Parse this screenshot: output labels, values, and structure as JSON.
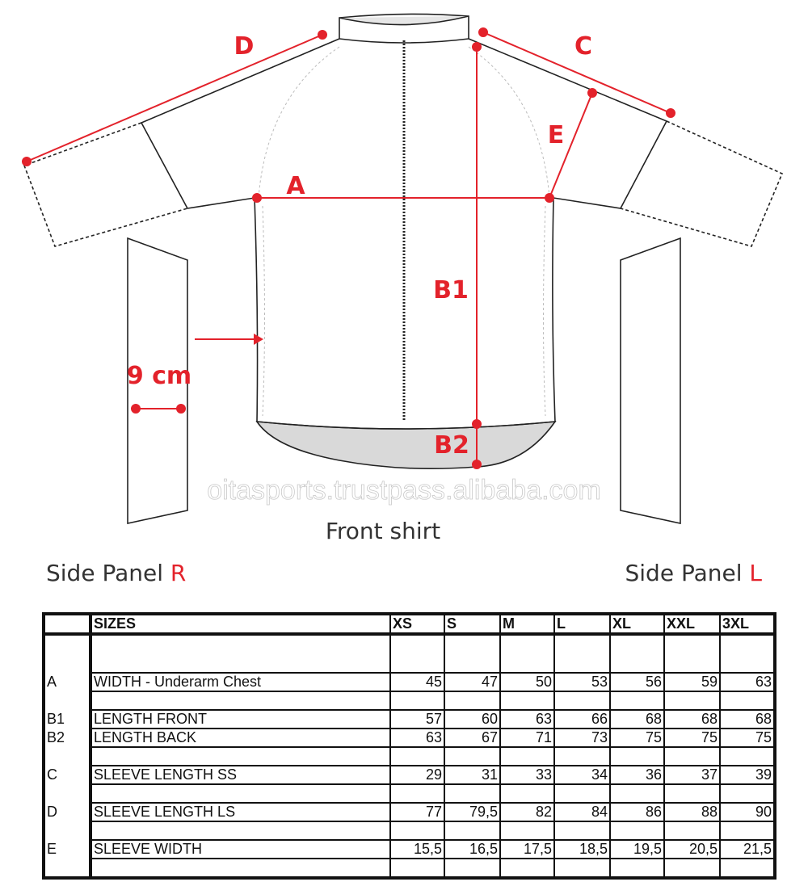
{
  "diagram": {
    "labels": {
      "A": "A",
      "B1": "B1",
      "B2": "B2",
      "C": "C",
      "D": "D",
      "E": "E",
      "side_width": "9 cm"
    },
    "front_caption": "Front shirt",
    "side_panel_r": {
      "text": "Side Panel ",
      "letter": "R"
    },
    "side_panel_l": {
      "text": "Side Panel ",
      "letter": "L"
    },
    "watermark": "oitasports.trustpass.alibaba.com",
    "accent": "#e3222b"
  },
  "table": {
    "header": "SIZES",
    "sizes": [
      "XS",
      "S",
      "M",
      "L",
      "XL",
      "XXL",
      "3XL"
    ],
    "rows": [
      {
        "code": "A",
        "name": "WIDTH - Underarm Chest",
        "values": [
          "45",
          "47",
          "50",
          "53",
          "56",
          "59",
          "63"
        ]
      },
      {
        "code": "B1",
        "name": "LENGTH FRONT",
        "values": [
          "57",
          "60",
          "63",
          "66",
          "68",
          "68",
          "68"
        ]
      },
      {
        "code": "B2",
        "name": "LENGTH BACK",
        "values": [
          "63",
          "67",
          "71",
          "73",
          "75",
          "75",
          "75"
        ]
      },
      {
        "code": "C",
        "name": "SLEEVE LENGTH  SS",
        "values": [
          "29",
          "31",
          "33",
          "34",
          "36",
          "37",
          "39"
        ]
      },
      {
        "code": "D",
        "name": "SLEEVE LENGTH  LS",
        "values": [
          "77",
          "79,5",
          "82",
          "84",
          "86",
          "88",
          "90"
        ]
      },
      {
        "code": "E",
        "name": "SLEEVE WIDTH",
        "values": [
          "15,5",
          "16,5",
          "17,5",
          "18,5",
          "19,5",
          "20,5",
          "21,5"
        ]
      }
    ]
  }
}
